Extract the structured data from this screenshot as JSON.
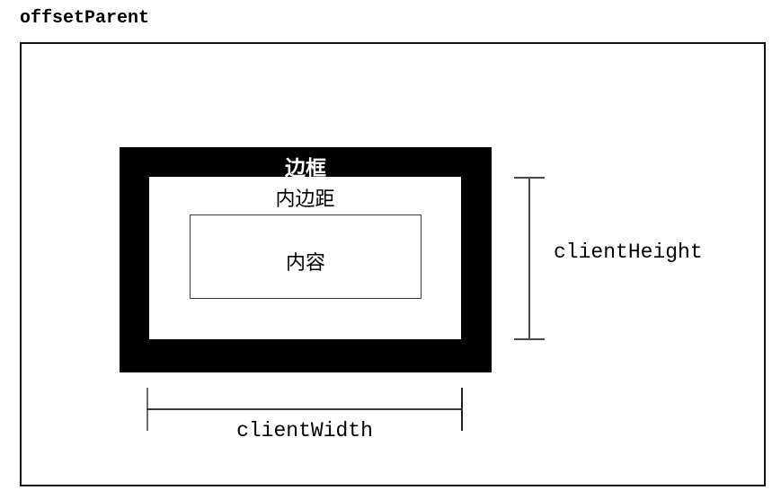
{
  "diagram": {
    "title": "offsetParent",
    "outer_container": {
      "name": "offsetParent",
      "border_color": "#111111"
    },
    "box_model": {
      "border_label": "边框",
      "border_color": "#000000",
      "border_label_color": "#ffffff",
      "padding_label": "内边距",
      "padding_color": "#ffffff",
      "content_label": "内容",
      "content_border_color": "#3a3a3a"
    },
    "measurements": [
      {
        "name": "clientHeight",
        "label": "clientHeight",
        "orientation": "vertical",
        "line_color": "#4a4a4a"
      },
      {
        "name": "clientWidth",
        "label": "clientWidth",
        "orientation": "horizontal",
        "line_color": "#3a3a3a"
      }
    ],
    "background_color": "#ffffff",
    "text_color": "#000000"
  }
}
